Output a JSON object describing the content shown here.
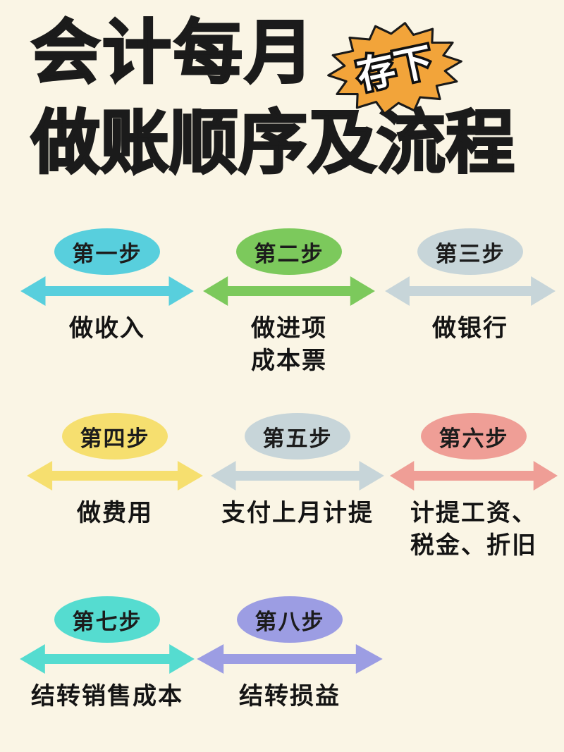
{
  "page": {
    "background": "#FAF5E5"
  },
  "title": {
    "line1": "会计每月",
    "line2": "做账顺序及流程",
    "color": "#1B1B1B"
  },
  "badge": {
    "text": "存下",
    "fill": "#F2A43A",
    "stroke": "#1A1A1A",
    "text_color": "#FFFFFF"
  },
  "steps": [
    {
      "label": "第一步",
      "caption": "做收入",
      "color": "#58CFDD"
    },
    {
      "label": "第二步",
      "caption": "做进项\n成本票",
      "color": "#7CC95C"
    },
    {
      "label": "第三步",
      "caption": "做银行",
      "color": "#C7D5D9"
    },
    {
      "label": "第四步",
      "caption": "做费用",
      "color": "#F6DF6F"
    },
    {
      "label": "第五步",
      "caption": "支付上月计提",
      "color": "#C7D5D9"
    },
    {
      "label": "第六步",
      "caption": "计提工资、\n税金、折旧",
      "color": "#EF9E96"
    },
    {
      "label": "第七步",
      "caption": "结转销售成本",
      "color": "#55DCD0"
    },
    {
      "label": "第八步",
      "caption": "结转损益",
      "color": "#9C9DE3"
    }
  ]
}
